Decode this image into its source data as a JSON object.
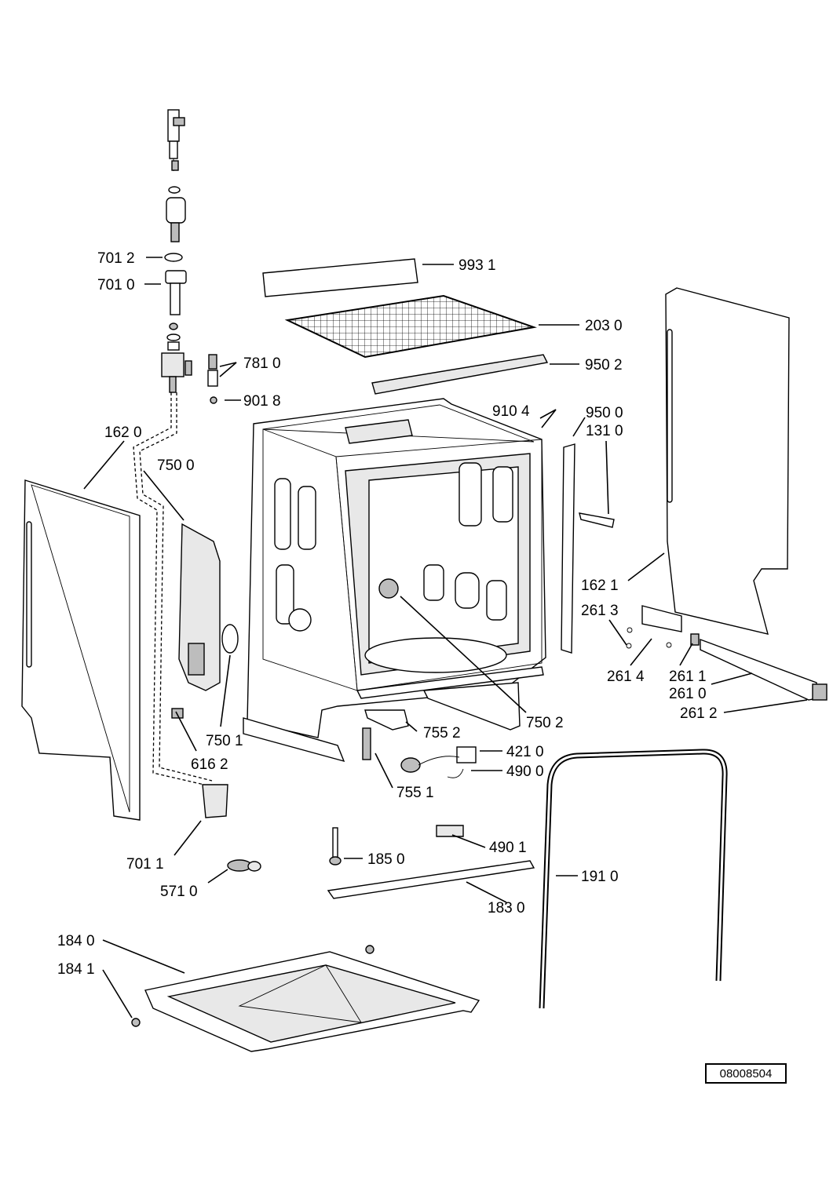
{
  "drawing_number": "08008504",
  "labels": {
    "p7012": "701 2",
    "p7010": "701 0",
    "p9931": "993 1",
    "p2030": "203 0",
    "p7810": "781 0",
    "p9502": "950 2",
    "p9018": "901 8",
    "p9104": "910 4",
    "p9500": "950 0",
    "p1310": "131 0",
    "p1620": "162 0",
    "p7500": "750 0",
    "p1621": "162 1",
    "p2613": "261 3",
    "p2614": "261 4",
    "p2611": "261 1",
    "p2610": "261 0",
    "p7502": "750 2",
    "p2612": "261 2",
    "p7551": "755 1",
    "p7552": "755 2",
    "p4210": "421 0",
    "p4900": "490 0",
    "p7501": "750 1",
    "p6162": "616 2",
    "p4901": "490 1",
    "p1850": "185 0",
    "p7011": "701 1",
    "p5710": "571 0",
    "p1910": "191 0",
    "p1830": "183 0",
    "p1840": "184 0",
    "p1841": "184 1"
  }
}
